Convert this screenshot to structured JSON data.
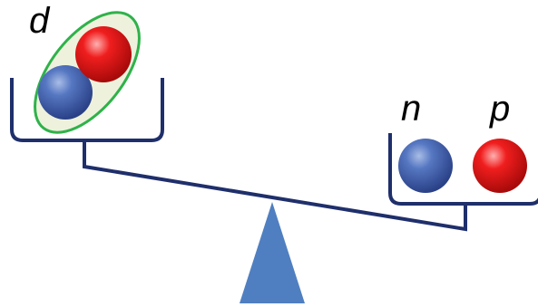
{
  "labels": {
    "deuteron": "d",
    "neutron": "n",
    "proton": "p"
  },
  "colors": {
    "beam": "#1f2f6b",
    "fulcrum": "#4f7fc0",
    "neutron": "#3a5ba8",
    "proton": "#e11b1b",
    "binding_fill": "#eef2dc",
    "binding_outline": "#2fb24a",
    "label": "#000000"
  },
  "icons": {
    "fulcrum": "triangle-fulcrum",
    "left_pan": "balance-pan",
    "right_pan": "balance-pan",
    "neutron": "blue-sphere",
    "proton": "red-sphere"
  }
}
